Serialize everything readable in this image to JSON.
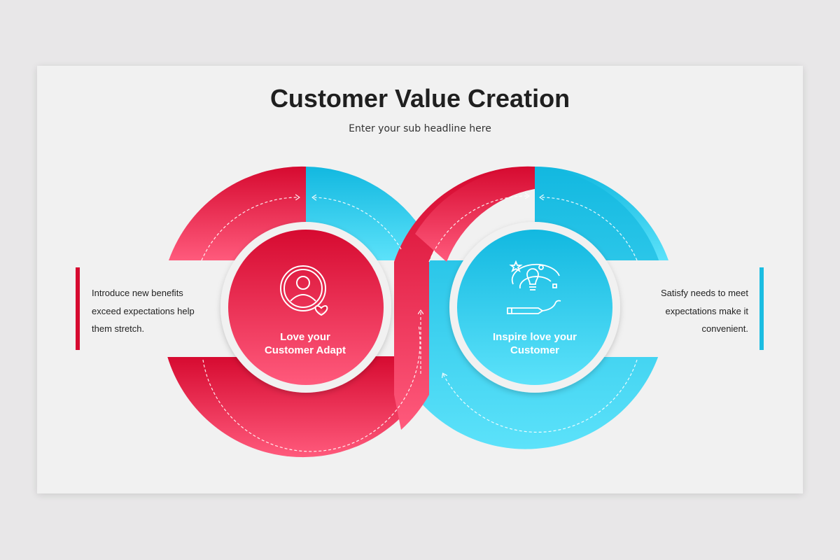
{
  "title": "Customer Value Creation",
  "subtitle": "Enter your sub headline here",
  "left": {
    "label_line1": "Love your",
    "label_line2": "Customer Adapt",
    "note_lines": [
      "Introduce new benefits",
      "exceed expectations help",
      "them stretch."
    ],
    "icon": "person-heart-icon",
    "color": "#dc0a32"
  },
  "right": {
    "label_line1": "Inspire love your",
    "label_line2": "Customer",
    "note_lines": [
      "Satisfy needs to meet",
      "expectations make it",
      "convenient."
    ],
    "icon": "idea-lightbulb-icon",
    "color": "#1bbde2"
  },
  "colors": {
    "red_dark": "#d60a30",
    "red_light": "#ff5a7c",
    "blue_dark": "#12b8e0",
    "blue_light": "#5ce2fa"
  }
}
